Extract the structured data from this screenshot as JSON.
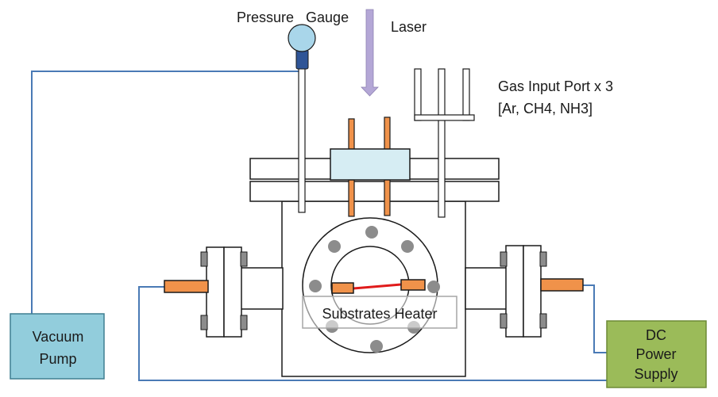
{
  "labels": {
    "pressure_gauge": "Pressure   Gauge",
    "laser": "Laser",
    "gas_input_line1": "Gas Input Port x 3",
    "gas_input_line2": "[Ar, CH4, NH3]",
    "substrates_heater": "Substrates Heater",
    "vacuum_pump_line1": "Vacuum",
    "vacuum_pump_line2": "Pump",
    "dc_power_line1": "DC",
    "dc_power_line2": "Power",
    "dc_power_line3": "Supply"
  },
  "colors": {
    "outline": "#1a1a1a",
    "wire": "#4a7ab5",
    "copper": "#f0924a",
    "window": "#d6edf3",
    "laser_arrow": "#b4a7d6",
    "gauge_bulb": "#a9d6ea",
    "gauge_neck": "#2f5597",
    "bolt": "#8c8c8c",
    "heater_wire": "#e01b1b",
    "vacuum_pump": "#92cddc",
    "dc_power": "#9bbb59",
    "heater_label_border": "#a6a6a6"
  }
}
